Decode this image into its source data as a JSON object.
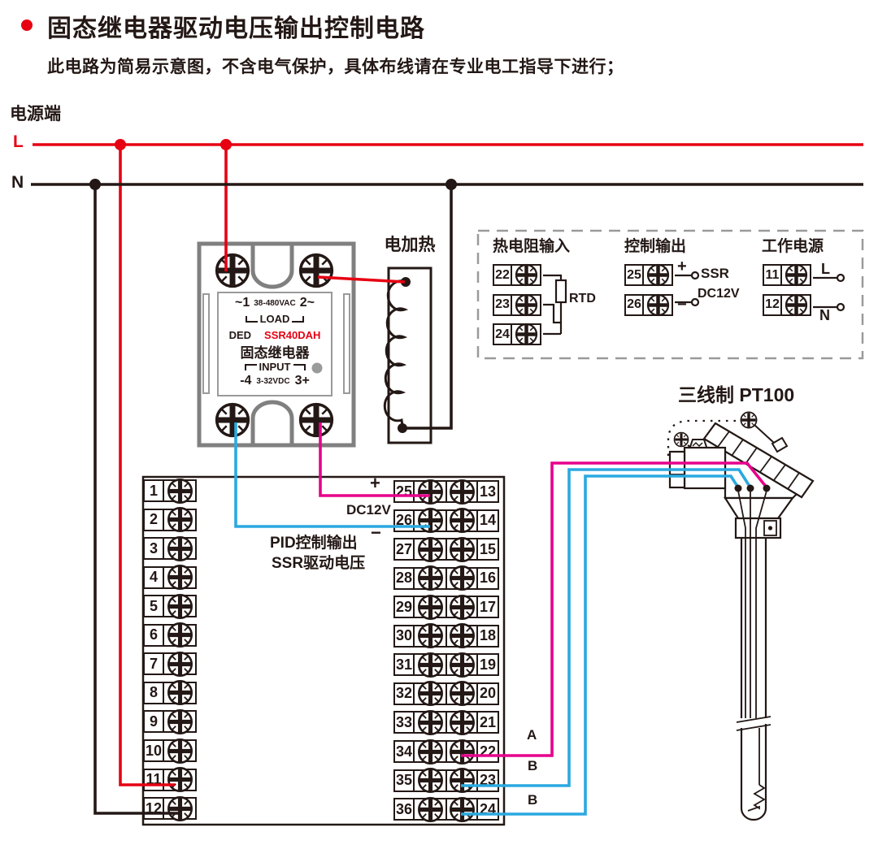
{
  "header": {
    "title": "固态继电器驱动电压输出控制电路",
    "subtitle": "此电路为简易示意图，不含电气保护，具体布线请在专业电工指导下进行；"
  },
  "power": {
    "label": "电源端",
    "live": "L",
    "neutral": "N"
  },
  "heater": {
    "label": "电加热"
  },
  "ssr": {
    "terminal_1": "~1",
    "voltage_range": "38-480VAC",
    "terminal_2": "2~",
    "load": "LOAD",
    "brand": "DED",
    "model": "SSR40DAH",
    "name": "固态继电器",
    "input": "INPUT",
    "terminal_4": "-4",
    "control_range": "3-32VDC",
    "terminal_3": "3+"
  },
  "io_panel": {
    "rtd_group": {
      "title": "热电阻输入",
      "sensor": "RTD"
    },
    "ctrl_group": {
      "title": "控制输出",
      "plus": "+",
      "minus": "−",
      "ssr": "SSR",
      "voltage": "DC12V"
    },
    "supply_group": {
      "title": "工作电源",
      "live": "L",
      "neutral": "N"
    }
  },
  "controller": {
    "plus": "+",
    "voltage": "DC12V",
    "minus": "−",
    "caption_line1": "PID控制输出",
    "caption_line2": "SSR驱动电压"
  },
  "sensor": {
    "label": "三线制 PT100",
    "wire_a": "A",
    "wire_b1": "B",
    "wire_b2": "B"
  },
  "terminals": {
    "left": [
      "1",
      "2",
      "3",
      "4",
      "5",
      "6",
      "7",
      "8",
      "9",
      "10",
      "11",
      "12"
    ],
    "right_left": [
      "25",
      "26",
      "27",
      "28",
      "29",
      "30",
      "31",
      "32",
      "33",
      "34",
      "35",
      "36"
    ],
    "right_right": [
      "13",
      "14",
      "15",
      "16",
      "17",
      "18",
      "19",
      "20",
      "21",
      "22",
      "23",
      "24"
    ],
    "rtd": [
      "22",
      "23",
      "24"
    ],
    "ctrl": [
      "25",
      "26"
    ],
    "supply": [
      "11",
      "12"
    ]
  },
  "colors": {
    "live_wire": "#e60012",
    "neutral_wire": "#231815",
    "dc_plus_wire": "#e7008c",
    "dc_minus_wire": "#2aa9e0",
    "model_text": "#e60012",
    "ssr_case": "#808080",
    "dashed_border": "#9a9a9a"
  }
}
